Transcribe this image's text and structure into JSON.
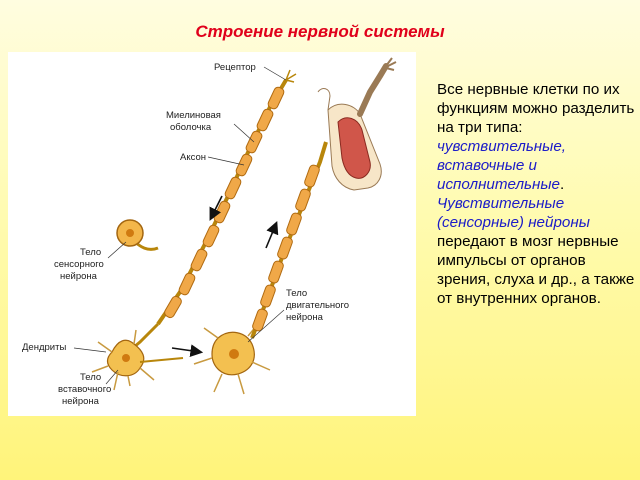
{
  "title": "Строение нервной системы",
  "figure": {
    "labels": {
      "receptor": "Рецептор",
      "myelin_1": "Миелиновая",
      "myelin_2": "оболочка",
      "axon": "Аксон",
      "sensory_1": "Тело",
      "sensory_2": "сенсорного",
      "sensory_3": "нейрона",
      "motor_1": "Тело",
      "motor_2": "двигательного",
      "motor_3": "нейрона",
      "dendrites": "Дендриты",
      "inter_1": "Тело",
      "inter_2": "вставочного",
      "inter_3": "нейрона"
    }
  },
  "text": {
    "intro": "Все нервные клетки по их функциям можно разделить на три типа: ",
    "types": "чувствительные, вставочные и исполнительные",
    "dot": ". ",
    "sensory_name": "Чувствительные (сенсорные) нейроны",
    "rest": " передают в мозг нервные импульсы от органов зрения, слуха и др., а также от внутренних органов."
  }
}
